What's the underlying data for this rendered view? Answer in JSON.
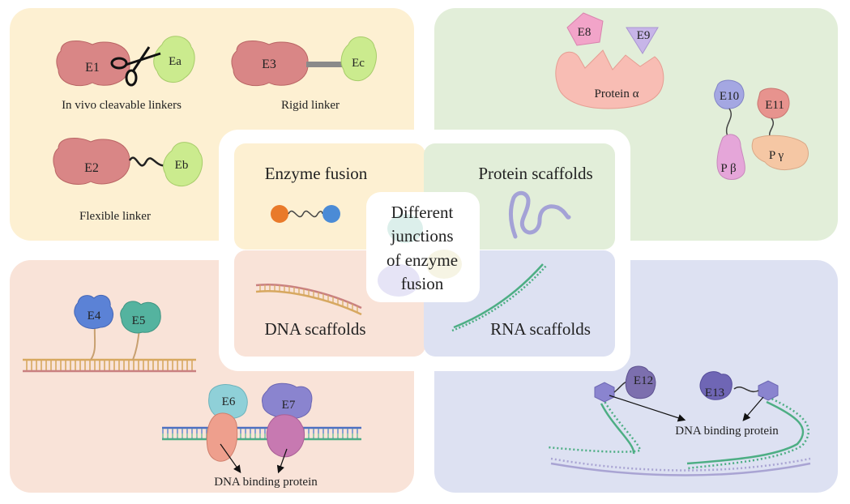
{
  "center": {
    "line1": "Different",
    "line2": "junctions",
    "line3": "of enzyme",
    "line4": "fusion"
  },
  "quadrants": {
    "enzyme_fusion": {
      "title": "Enzyme fusion",
      "cleavable": {
        "e1": "E1",
        "ea": "Ea",
        "caption": "In vivo cleavable linkers"
      },
      "rigid": {
        "e3": "E3",
        "ec": "Ec",
        "caption": "Rigid linker"
      },
      "flexible": {
        "e2": "E2",
        "eb": "Eb",
        "caption": "Flexible linker"
      }
    },
    "protein_scaffolds": {
      "title": "Protein scaffolds",
      "e8": "E8",
      "e9": "E9",
      "protein_alpha": "Protein α",
      "e10": "E10",
      "e11": "E11",
      "p_beta": "P β",
      "p_gamma": "P γ"
    },
    "dna_scaffolds": {
      "title": "DNA scaffolds",
      "e4": "E4",
      "e5": "E5",
      "e6": "E6",
      "e7": "E7",
      "dna_binding": "DNA binding protein"
    },
    "rna_scaffolds": {
      "title": "RNA scaffolds",
      "e12": "E12",
      "e13": "E13",
      "dna_binding": "DNA binding protein"
    }
  },
  "colors": {
    "enzyme_bg": "#FDF0D2",
    "protein_bg": "#E2EED9",
    "dna_bg": "#F9E3D8",
    "rna_bg": "#DDE1F2",
    "enzyme_body": "#D98686",
    "green_enzyme": "#CBEB8E"
  }
}
